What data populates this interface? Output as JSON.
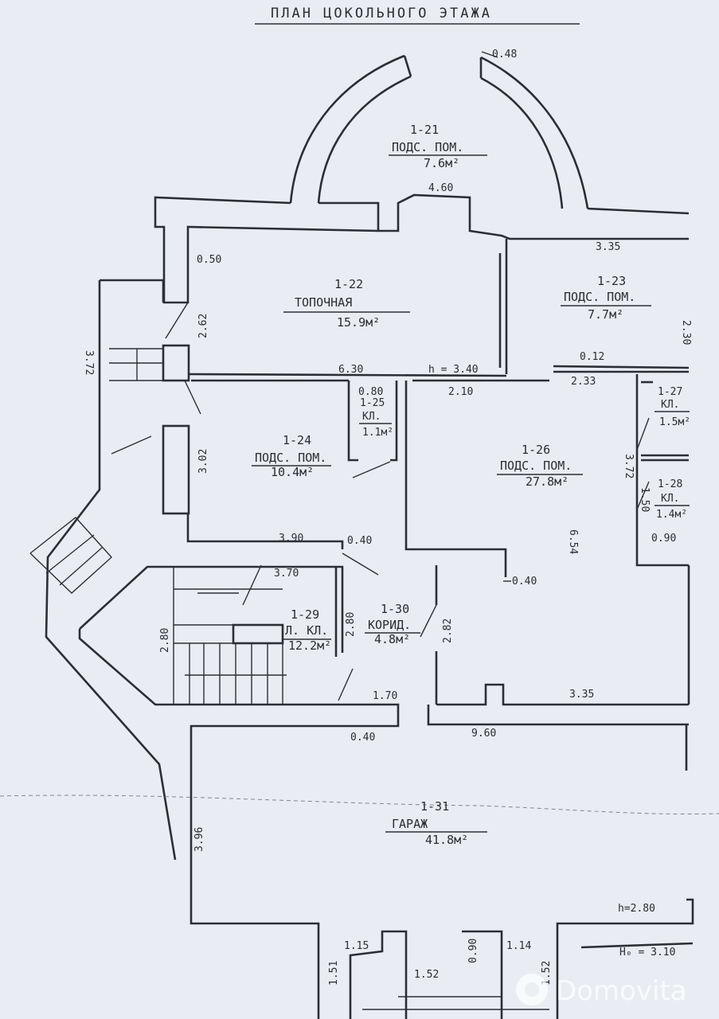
{
  "title": "ПЛАН ЦОКОЛЬНОГО ЭТАЖА",
  "rooms": [
    {
      "id": "1-21",
      "name": "ПОДС. ПОМ.",
      "area": "7.6м²"
    },
    {
      "id": "1-22",
      "name": "ТОПОЧНАЯ",
      "area": "15.9м²"
    },
    {
      "id": "1-23",
      "name": "ПОДС. ПОМ.",
      "area": "7.7м²"
    },
    {
      "id": "1-24",
      "name": "ПОДС. ПОМ.",
      "area": "10.4м²"
    },
    {
      "id": "1-25",
      "name": "КЛ.",
      "area": "1.1м²"
    },
    {
      "id": "1-26",
      "name": "ПОДС. ПОМ.",
      "area": "27.8м²"
    },
    {
      "id": "1-27",
      "name": "КЛ.",
      "area": "1.5м²"
    },
    {
      "id": "1-28",
      "name": "КЛ.",
      "area": "1.4м²"
    },
    {
      "id": "1-29",
      "name": "Л. КЛ.",
      "area": "12.2м²"
    },
    {
      "id": "1-30",
      "name": "КОРИД.",
      "area": "4.8м²"
    },
    {
      "id": "1-31",
      "name": "ГАРАЖ",
      "area": "41.8м²"
    }
  ],
  "dimensions": {
    "d_0_48": "0.48",
    "d_4_60": "4.60",
    "d_3_35_top": "3.35",
    "d_0_50": "0.50",
    "d_2_62": "2.62",
    "d_2_30": "2.30",
    "d_3_72_left": "3.72",
    "d_6_30": "6.30",
    "h_3_40": "h = 3.40",
    "d_0_12": "0.12",
    "d_2_33": "2.33",
    "d_0_80": "0.80",
    "d_2_10": "2.10",
    "d_3_02": "3.02",
    "d_3_72_right": "3.72",
    "d_1_50": "1.50",
    "d_0_90_right": "0.90",
    "d_3_90": "3.90",
    "d_0_40_a": "0.40",
    "d_3_70": "3.70",
    "d_0_40_b": "0.40",
    "d_6_54": "6.54",
    "d_2_80_left": "2.80",
    "d_2_80_mid": "2.80",
    "d_2_82": "2.82",
    "d_1_70": "1.70",
    "d_3_35_bottom": "3.35",
    "d_0_40_c": "0.40",
    "d_9_60": "9.60",
    "d_3_96": "3.96",
    "h_2_80": "h=2.80",
    "d_1_15": "1.15",
    "d_0_90_bottom": "0.90",
    "d_1_14": "1.14",
    "d_1_51": "1.51",
    "d_1_52_a": "1.52",
    "d_1_52_b": "1.52",
    "h0": "H₀ = 3.10"
  },
  "watermark": "Domovita"
}
